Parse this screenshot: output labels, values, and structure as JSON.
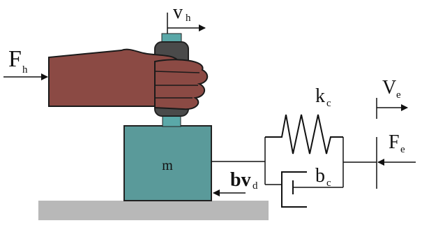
{
  "labels": {
    "human_force": {
      "main": "F",
      "sub": "h"
    },
    "human_velocity": {
      "main": "v",
      "sub": "h"
    },
    "mass": "m",
    "spring": {
      "main": "k",
      "sub": "c"
    },
    "damper": {
      "main": "b",
      "sub": "c"
    },
    "damping_force": {
      "main": "bv",
      "sub": "d"
    },
    "env_velocity": {
      "main": "V",
      "sub": "e"
    },
    "env_force": {
      "main": "F",
      "sub": "e"
    }
  },
  "colors": {
    "hand": "#8b4a44",
    "hand_outline": "#1a1a1a",
    "handle": "#4a4a4a",
    "handle_cap": "#5aa8a8",
    "mass_block": "#5a9a9a",
    "ground": "#b8b8b8"
  }
}
